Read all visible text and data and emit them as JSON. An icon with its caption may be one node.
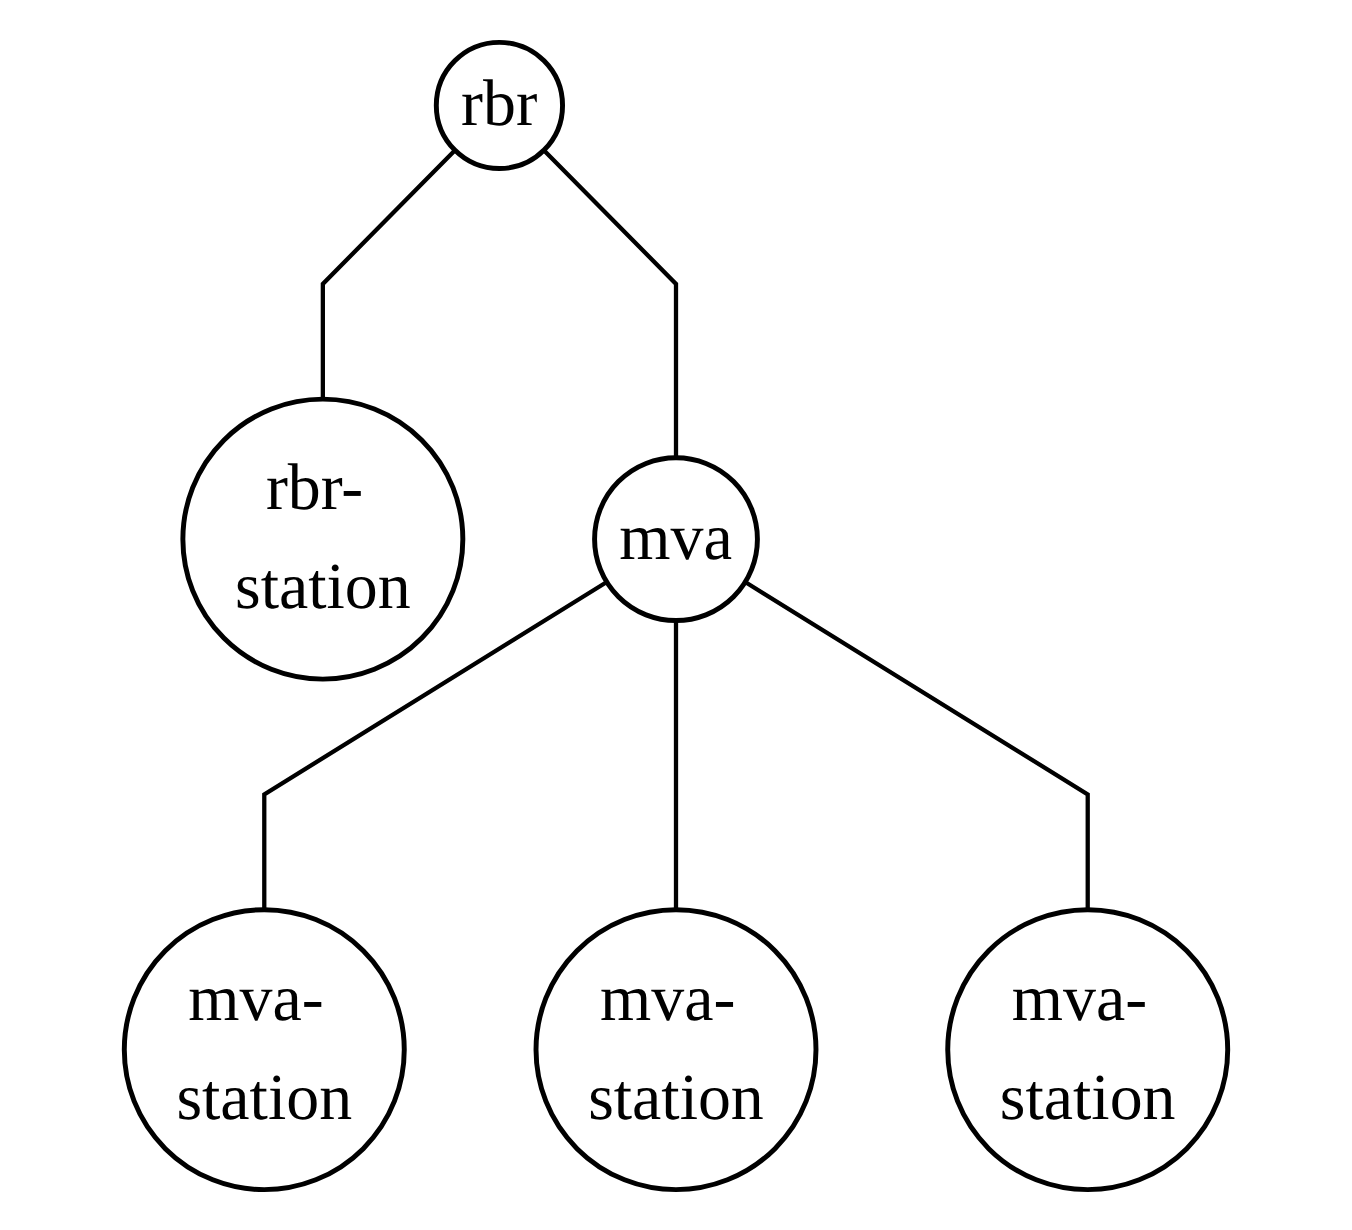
{
  "diagram": {
    "nodes": [
      {
        "text": [
          "rbr"
        ]
      },
      {
        "text": [
          "rbr- station"
        ]
      },
      {
        "text": [
          "mva"
        ]
      },
      {
        "text": [
          "mva- station"
        ]
      },
      {
        "text": [
          "mva- station"
        ]
      },
      {
        "text": [
          "mva- station"
        ]
      }
    ],
    "edges": [
      {
        "from": 0,
        "to": 1,
        "arrow": "none"
      },
      {
        "from": 0,
        "to": 2,
        "arrow": "none"
      },
      {
        "from": 2,
        "to": 3,
        "arrow": "none"
      },
      {
        "from": 2,
        "to": 4,
        "arrow": "none"
      },
      {
        "from": 2,
        "to": 5,
        "arrow": "none"
      }
    ]
  }
}
